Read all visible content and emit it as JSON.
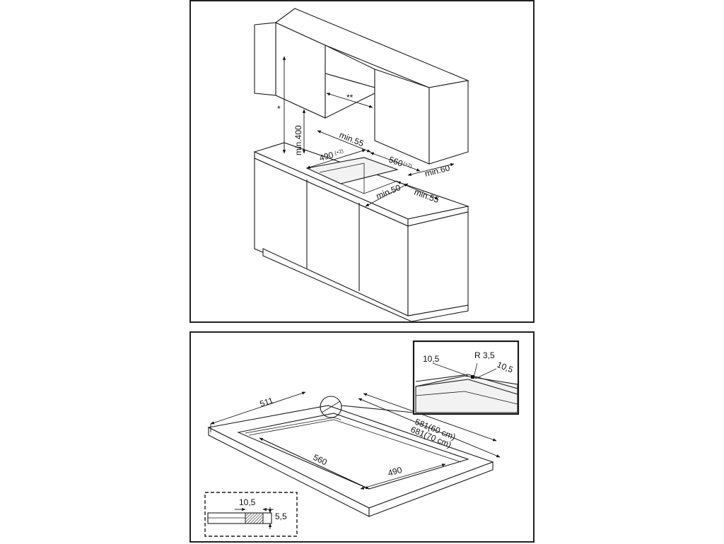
{
  "top_figure": {
    "labels": {
      "star": "*",
      "double_star": "**",
      "min_400": "min.400",
      "min_55_top": "min.55",
      "cutout_490": "490",
      "cutout_490_tol": "(+2)",
      "cutout_560": "560",
      "cutout_560_tol": "(+2)",
      "min_60": "min.60",
      "min_50": "min.50",
      "min_55_front": "min.55"
    }
  },
  "bottom_figure": {
    "labels": {
      "dim_511": "511",
      "dim_560": "560",
      "dim_490": "490",
      "dim_581": "581(60 cm)",
      "dim_681": "681(70 cm)"
    },
    "detail": {
      "left_dim": "10,5",
      "radius": "R 3,5",
      "right_dim": "10,5"
    },
    "section": {
      "width_dim": "10,5",
      "height_dim": "5,5"
    }
  }
}
